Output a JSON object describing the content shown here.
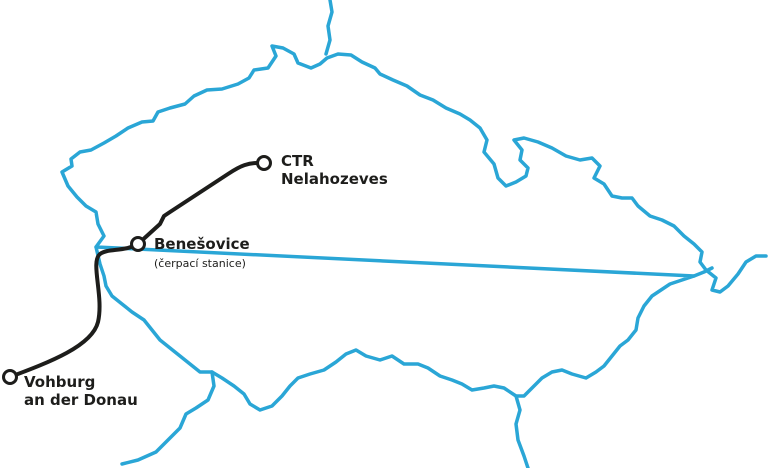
{
  "colors": {
    "border": "#2aa6d6",
    "pipeline": "#1d1d1b",
    "text": "#1d1d1b",
    "background": "#ffffff"
  },
  "stations": {
    "nelahozeves": {
      "line1": "CTR",
      "line2": "Nelahozeves"
    },
    "benesovice": {
      "name": "Benešovice",
      "note": "(čerpací stanice)"
    },
    "vohburg": {
      "line1": "Vohburg",
      "line2": "an der Donau"
    }
  }
}
